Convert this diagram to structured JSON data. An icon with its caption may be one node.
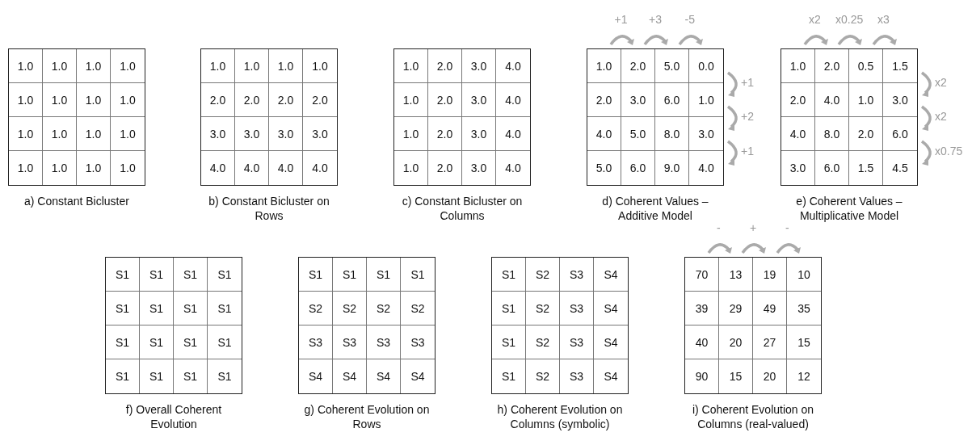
{
  "diagram": {
    "labels": [
      "1.0",
      "1.0",
      "1.0",
      "1.0",
      "1.0",
      "1.0",
      "1.0",
      "1.0",
      "1.0",
      "1.0",
      "1.0",
      "1.0",
      "1.0",
      "1.0",
      "1.0",
      "1.0",
      "a) Constant Bicluster",
      "1.0",
      "1.0",
      "1.0",
      "1.0",
      "2.0",
      "2.0",
      "2.0",
      "2.0",
      "3.0",
      "3.0",
      "3.0",
      "3.0",
      "4.0",
      "4.0",
      "4.0",
      "4.0",
      "b) Constant Bicluster on Rows",
      "1.0",
      "2.0",
      "3.0",
      "4.0",
      "1.0",
      "2.0",
      "3.0",
      "4.0",
      "1.0",
      "2.0",
      "3.0",
      "4.0",
      "1.0",
      "2.0",
      "3.0",
      "4.0",
      "c) Constant Bicluster on Columns",
      "+1",
      "+3",
      "-5",
      "1.0",
      "2.0",
      "5.0",
      "0.0",
      "2.0",
      "3.0",
      "6.0",
      "1.0",
      "4.0",
      "5.0",
      "8.0",
      "3.0",
      "5.0",
      "6.0",
      "9.0",
      "4.0",
      "+1",
      "+2",
      "+1",
      "d) Coherent Values – Additive Model",
      "x2",
      "x0.25",
      "x3",
      "1.0",
      "2.0",
      "0.5",
      "1.5",
      "2.0",
      "4.0",
      "1.0",
      "3.0",
      "4.0",
      "8.0",
      "2.0",
      "6.0",
      "3.0",
      "6.0",
      "1.5",
      "4.5",
      "x2",
      "x2",
      "x0.75",
      "e) Coherent Values – Multiplicative Model",
      "S1",
      "S1",
      "S1",
      "S1",
      "S1",
      "S1",
      "S1",
      "S1",
      "S1",
      "S1",
      "S1",
      "S1",
      "S1",
      "S1",
      "S1",
      "S1",
      "f) Overall Coherent Evolution",
      "S1",
      "S1",
      "S1",
      "S1",
      "S2",
      "S2",
      "S2",
      "S2",
      "S3",
      "S3",
      "S3",
      "S3",
      "S4",
      "S4",
      "S4",
      "S4",
      "g) Coherent Evolution on Rows",
      "S1",
      "S2",
      "S3",
      "S4",
      "S1",
      "S2",
      "S3",
      "S4",
      "S1",
      "S2",
      "S3",
      "S4",
      "S1",
      "S2",
      "S3",
      "S4",
      "h) Coherent Evolution on Columns (symbolic)",
      "-",
      "+",
      "-",
      "70",
      "13",
      "19",
      "10",
      "39",
      "29",
      "49",
      "35",
      "40",
      "20",
      "27",
      "15",
      "90",
      "15",
      "20",
      "12",
      "i) Coherent Evolution on Columns (real-valued)"
    ]
  }
}
